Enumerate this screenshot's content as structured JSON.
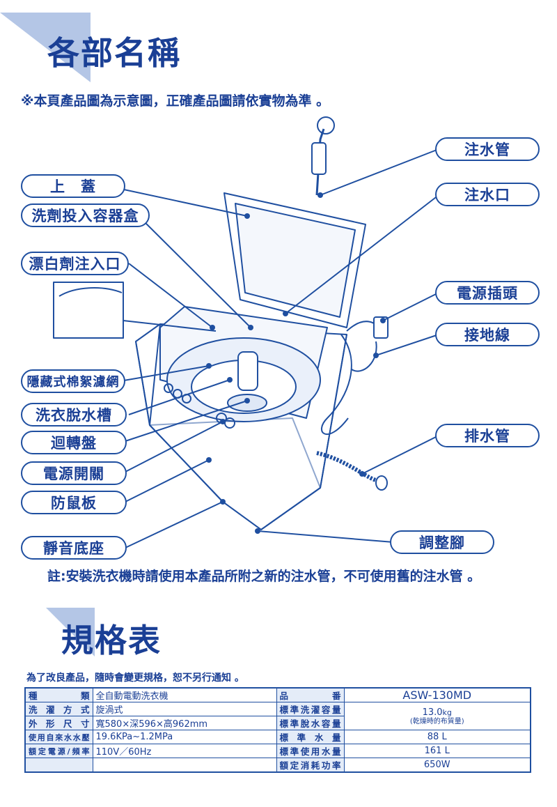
{
  "section1": {
    "title": "各部名稱",
    "disclaimer": "※本頁產品圖為示意圖，正確產品圖請依實物為準 。"
  },
  "labels": {
    "top_cover": "上　蓋",
    "detergent_box": "洗劑投入容器盒",
    "bleach_inlet": "漂白劑注入口",
    "lint_filter": "隱藏式棉絮濾網",
    "wash_tub": "洗衣脫水槽",
    "pulsator": "迴轉盤",
    "power_switch": "電源開關",
    "rat_guard": "防鼠板",
    "silent_base": "靜音底座",
    "inlet_hose": "注水管",
    "water_inlet": "注水口",
    "power_plug": "電源插頭",
    "ground_wire": "接地線",
    "drain_hose": "排水管",
    "leveling_foot": "調整腳"
  },
  "install_note": "註:安裝洗衣機時請使用本產品所附之新的注水管，不可使用舊的注水管 。",
  "section2": {
    "title": "規格表",
    "note": "為了改良產品，隨時會變更規格，恕不另行通知 。"
  },
  "spec": {
    "rows": [
      {
        "k1": "種類",
        "v1": "全自動電動洗衣機",
        "k2": "品番",
        "v2": "ASW-130MD"
      },
      {
        "k1": "洗濯方式",
        "v1": "旋渦式",
        "k2": "標準洗濯容量"
      },
      {
        "k1": "外形尺寸",
        "v1": "寬580×深596×高962mm",
        "k2": "標準脫水容量"
      },
      {
        "k1": "使用自來水水壓",
        "v1": "19.6KPa~1.2MPa",
        "k2": "標準水量",
        "v2": "88 L"
      },
      {
        "k1": "額定電源/頻率",
        "v1": "110V／60Hz",
        "k2": "標準使用水量",
        "v2": "161 L"
      },
      {
        "k1": "",
        "v1": "",
        "k2": "額定消耗功率",
        "v2": "650W"
      }
    ],
    "capacity_value": "13.0",
    "capacity_unit": "kg",
    "capacity_sub": "(乾燥時的布質量)"
  },
  "colors": {
    "primary": "#1a3f95",
    "triangle": "#a8bde0",
    "header_bg": "#e4ecf8"
  }
}
